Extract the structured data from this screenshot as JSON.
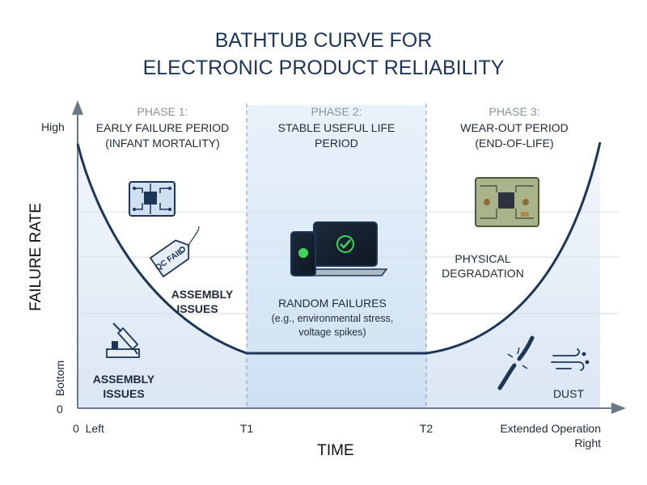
{
  "title": {
    "line1": "BATHTUB CURVE FOR",
    "line2": "ELECTRONIC PRODUCT RELIABILITY"
  },
  "axes": {
    "y_label": "FAILURE RATE",
    "y_high": "High",
    "y_bottom": "Bottom",
    "y_zero": "0",
    "x_label": "TIME",
    "x_left": "0  Left",
    "x_t1": "T1",
    "x_t2": "T2",
    "x_right_line1": "Extended Operation",
    "x_right_line2": "Right"
  },
  "phases": [
    {
      "number": "PHASE 1:",
      "name_line1": "EARLY FAILURE PERIOD",
      "name_line2": "(INFANT MORTALITY)"
    },
    {
      "number": "PHASE 2:",
      "name_line1": "STABLE USEFUL LIFE",
      "name_line2": "PERIOD"
    },
    {
      "number": "PHASE 3:",
      "name_line1": "WEAR-OUT PERIOD",
      "name_line2": "(END-OF-LIFE)"
    }
  ],
  "annotations": {
    "qc_tag": "QC FAIL",
    "assembly_issues_upper_line1": "ASSEMBLY",
    "assembly_issues_upper_line2": "ISSUES",
    "assembly_issues_lower_line1": "ASSEMBLY",
    "assembly_issues_lower_line2": "ISSUES",
    "random_failures_title": "RANDOM FAILURES",
    "random_failures_line1": "(e.g., environmental stress,",
    "random_failures_line2": "voltage spikes)",
    "physical_degradation_line1": "PHYSICAL",
    "physical_degradation_line2": "DEGRADATION",
    "dust": "DUST"
  },
  "icons": [
    "circuit-board-icon",
    "qc-fail-tag-icon",
    "soldering-iron-icon",
    "phone-and-laptop-icon",
    "worn-circuit-board-icon",
    "broken-wire-icon",
    "dust-wind-icon"
  ],
  "colors": {
    "title": "#1d3557",
    "curve": "#1d3557",
    "phase1_bg": "#e4edf7",
    "phase2_bg": "#c9def3",
    "phase3_bg": "#e4edf7",
    "axis": "#6b7785",
    "phase_number": "#8a94a0",
    "accent_green": "#3cd65a"
  }
}
